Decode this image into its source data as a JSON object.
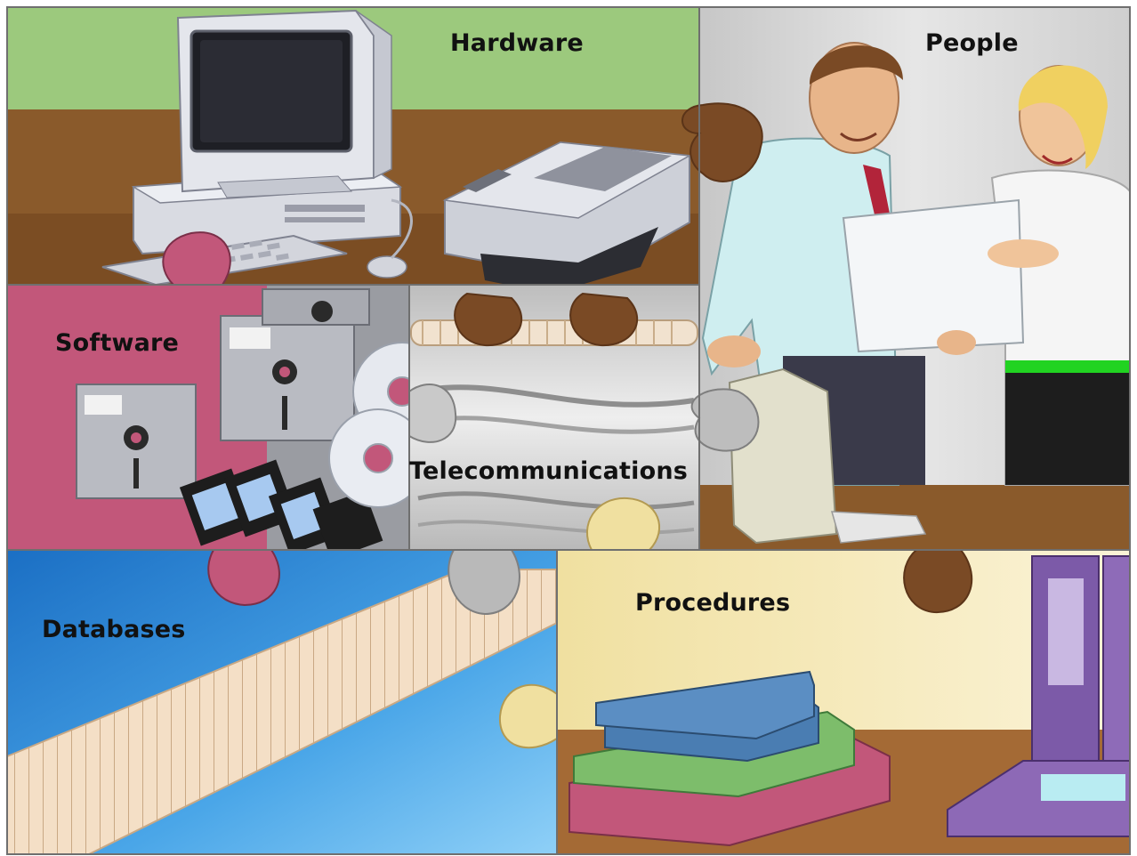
{
  "pieces": {
    "hardware": {
      "label": "Hardware",
      "color": "#9cc97d"
    },
    "people": {
      "label": "People",
      "color": "#cfcfcf"
    },
    "software": {
      "label": "Software",
      "color": "#c2577a"
    },
    "telecommunications": {
      "label": "Telecommunications",
      "color": "#c9c9c9"
    },
    "databases": {
      "label": "Databases",
      "color": "#2e86d6"
    },
    "procedures": {
      "label": "Procedures",
      "color": "#f3e8b8"
    }
  },
  "colors": {
    "desk_wood": "#8a5a2b",
    "tab_brown": "#7a4a25",
    "outline": "#6f6f6f"
  },
  "illustrations": [
    "computer-icon",
    "printer-icon",
    "floppy-disk-icon",
    "cd-icon",
    "phone-cord-icon",
    "file-cards-icon",
    "books-icon",
    "people-icon",
    "binder-icon"
  ]
}
